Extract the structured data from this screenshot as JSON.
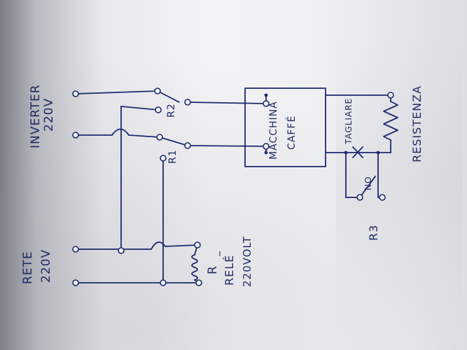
{
  "labels": {
    "rete_1": "RETE",
    "rete_2": "220V",
    "inverter_1": "INVERTER",
    "inverter_2": "220V",
    "r1": "R1",
    "r2": "R2",
    "macchina_1": "MACCHINA",
    "macchina_2": "CAFFÉ",
    "tagliare": "TAGLIARE",
    "resistenza": "RESISTENZA",
    "no": "NO",
    "r3": "R3",
    "r": "R",
    "rele_1": "RELÉ",
    "rele_2": "220VOLT"
  },
  "colors": {
    "ink": "#1c2a6e",
    "paper": "#eeeff1"
  }
}
